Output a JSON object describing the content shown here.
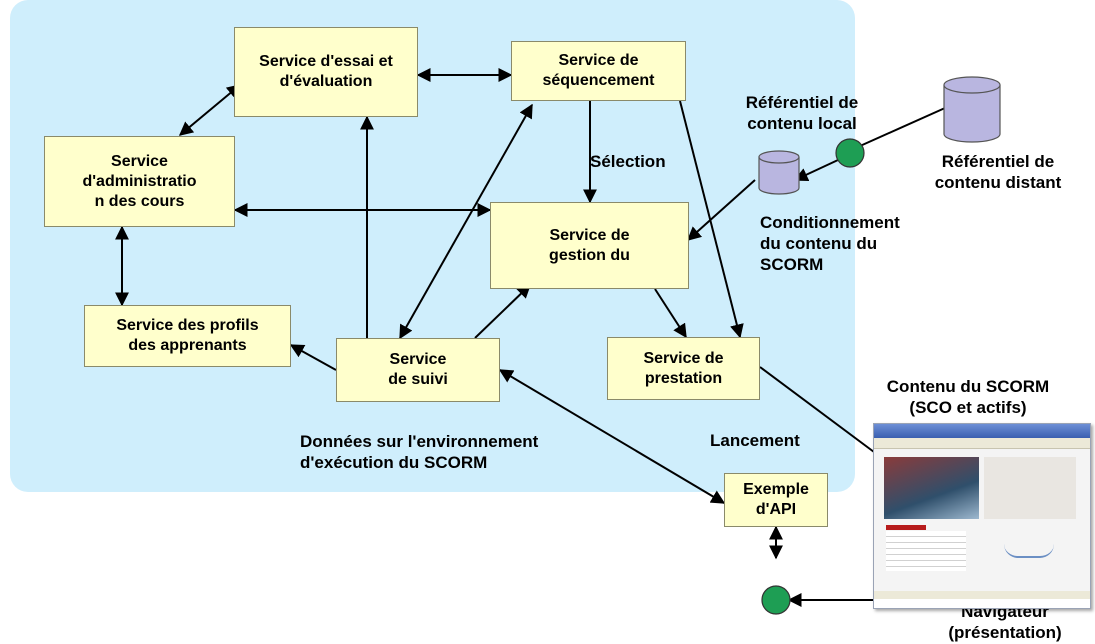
{
  "boxes": {
    "essai": "Service d'essai et\nd'évaluation",
    "sequencement": "Service de\nséquencement",
    "administration": "Service\nd'administratio\nn des cours",
    "gestion": "Service de\ngestion du",
    "profils": "Service des profils\ndes apprenants",
    "suivi": "Service\nde suivi",
    "prestation": "Service de\nprestation",
    "api": "Exemple\nd'API"
  },
  "labels": {
    "selection": "Sélection",
    "ref_local": "Référentiel de\ncontenu local",
    "ref_distant": "Référentiel de\ncontenu distant",
    "conditionnement": "Conditionnement\ndu contenu du\nSCORM",
    "donnees": "Données sur l'environnement\nd'exécution du SCORM",
    "lancement": "Lancement",
    "contenu": "Contenu du SCORM\n(SCO et actifs)",
    "navigateur": "Navigateur\n(présentation)"
  },
  "colors": {
    "region": "#cfeefc",
    "box_fill": "#ffffcc",
    "connector": "#1e9e54",
    "database": "#b9b6e0"
  }
}
